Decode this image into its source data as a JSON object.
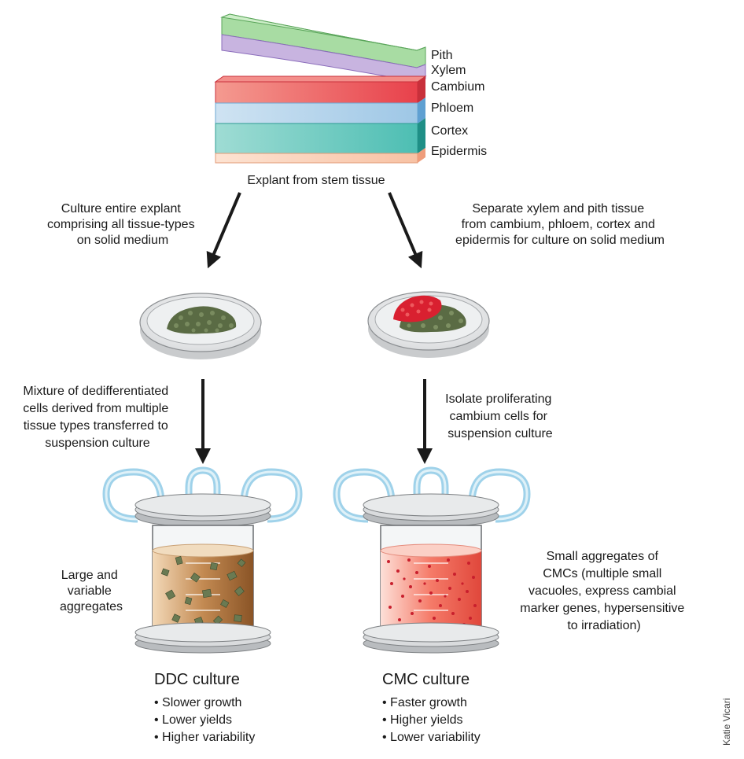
{
  "layers": [
    "Pith",
    "Xylem",
    "Cambium",
    "Phloem",
    "Cortex",
    "Epidermis"
  ],
  "explant_caption": "Explant from stem tissue",
  "left_branch": {
    "step1": [
      "Culture entire explant",
      "comprising all tissue-types",
      "on solid medium"
    ],
    "step2": [
      "Mixture of dedifferentiated",
      "cells derived from multiple",
      "tissue types transferred to",
      "suspension culture"
    ],
    "aggregate_note": [
      "Large and",
      "variable",
      "aggregates"
    ],
    "title": "DDC culture",
    "bullets": [
      "• Slower growth",
      "• Lower yields",
      "• Higher variability"
    ]
  },
  "right_branch": {
    "step1": [
      "Separate xylem and pith tissue",
      "from cambium, phloem, cortex and",
      "epidermis for culture on solid medium"
    ],
    "step2": [
      "Isolate proliferating",
      "cambium cells for",
      "suspension culture"
    ],
    "aggregate_note": [
      "Small aggregates of",
      "CMCs (multiple small",
      "vacuoles, express cambial",
      "marker genes, hypersensitive",
      "to irradiation)"
    ],
    "title": "CMC culture",
    "bullets": [
      "• Faster growth",
      "• Higher yields",
      "• Lower variability"
    ]
  },
  "credit": "Katie Vicari",
  "colors": {
    "pith": "#a8dca3",
    "xylem": "#c8b4e0",
    "cambium": "#ee5a5e",
    "phloem": "#a9cde8",
    "cortex": "#63c6bd",
    "epidermis": "#f8c9ae",
    "callus": "#5a6b44",
    "cambium_callus": "#d92030",
    "tube": "#9fd2ea",
    "ddc_liquid": "#a8703c",
    "cmc_liquid": "#f26b5c"
  }
}
